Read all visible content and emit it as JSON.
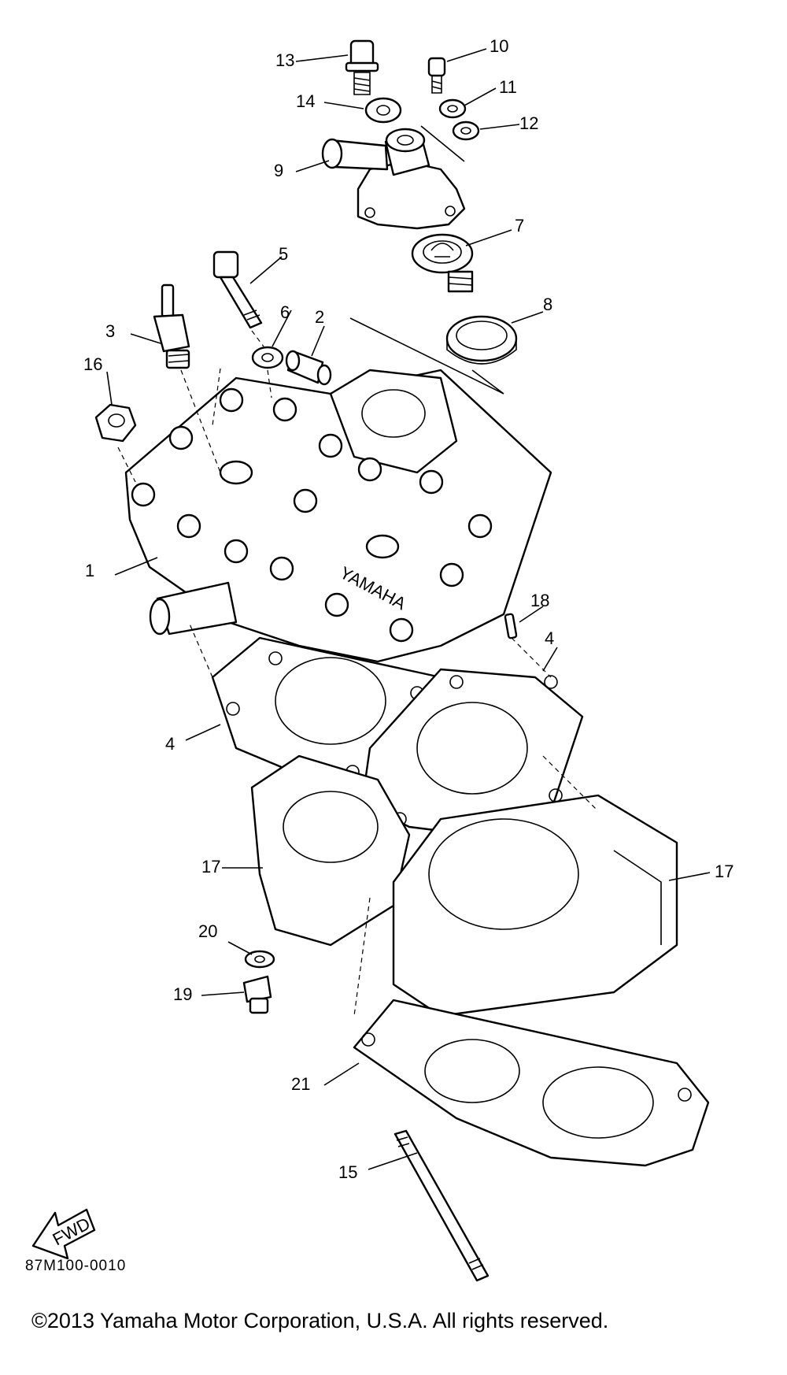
{
  "diagram": {
    "parts": [
      {
        "number": "1"
      },
      {
        "number": "2"
      },
      {
        "number": "3"
      },
      {
        "number": "4"
      },
      {
        "number": "4"
      },
      {
        "number": "5"
      },
      {
        "number": "6"
      },
      {
        "number": "7"
      },
      {
        "number": "8"
      },
      {
        "number": "9"
      },
      {
        "number": "10"
      },
      {
        "number": "11"
      },
      {
        "number": "12"
      },
      {
        "number": "13"
      },
      {
        "number": "14"
      },
      {
        "number": "15"
      },
      {
        "number": "16"
      },
      {
        "number": "17"
      },
      {
        "number": "17"
      },
      {
        "number": "18"
      },
      {
        "number": "19"
      },
      {
        "number": "20"
      },
      {
        "number": "21"
      }
    ],
    "fwd_label": "FWD",
    "embossed_text": "YAMAHA",
    "code": "87M100-0010"
  },
  "footer": {
    "copyright": "©2013 Yamaha Motor Corporation, U.S.A. All rights reserved."
  }
}
